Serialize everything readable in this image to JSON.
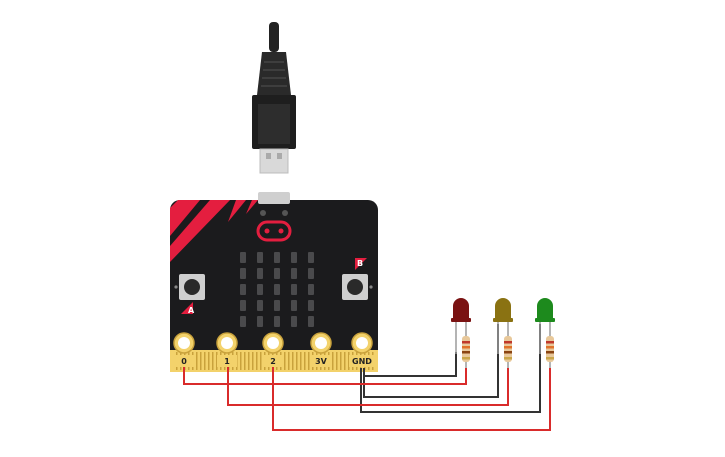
{
  "board": {
    "pins": [
      {
        "id": "0",
        "label": "0"
      },
      {
        "id": "1",
        "label": "1"
      },
      {
        "id": "2",
        "label": "2"
      },
      {
        "id": "3v",
        "label": "3V"
      },
      {
        "id": "gnd",
        "label": "GND"
      }
    ],
    "buttons": {
      "a_label": "A",
      "b_label": "B"
    },
    "led_matrix": {
      "rows": 5,
      "cols": 5
    }
  },
  "components": {
    "leds": [
      {
        "id": "led-red",
        "color": "#7a1212",
        "signal_pin": "0"
      },
      {
        "id": "led-yellow",
        "color": "#8a7212",
        "signal_pin": "1"
      },
      {
        "id": "led-green",
        "color": "#1d8a1d",
        "signal_pin": "2"
      }
    ],
    "resistors": 3
  },
  "colors": {
    "board": "#1b1b1d",
    "board_red": "#e41e3f",
    "gold": "#f3d26b",
    "gold_dark": "#c9a23c",
    "signal_wire": "#d92b2b",
    "ground_wire": "#333333"
  }
}
